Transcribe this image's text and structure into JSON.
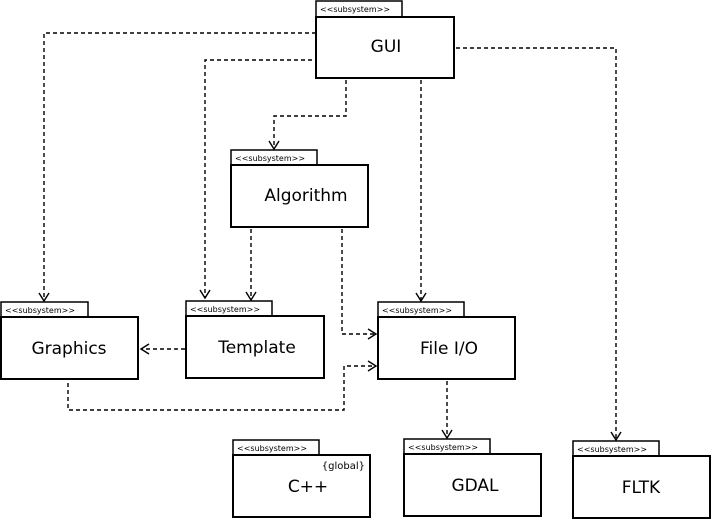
{
  "stereotype": "<<subsystem>>",
  "packages": {
    "gui": {
      "name": "GUI"
    },
    "algorithm": {
      "name": "Algorithm"
    },
    "graphics": {
      "name": "Graphics"
    },
    "template": {
      "name": "Template"
    },
    "fileio": {
      "name": "File I/O"
    },
    "cpp": {
      "name": "C++",
      "tag": "{global}"
    },
    "gdal": {
      "name": "GDAL"
    },
    "fltk": {
      "name": "FLTK"
    }
  },
  "dependencies": [
    {
      "from": "gui",
      "to": "graphics"
    },
    {
      "from": "gui",
      "to": "template"
    },
    {
      "from": "gui",
      "to": "algorithm"
    },
    {
      "from": "gui",
      "to": "fileio"
    },
    {
      "from": "gui",
      "to": "fltk"
    },
    {
      "from": "algorithm",
      "to": "template"
    },
    {
      "from": "algorithm",
      "to": "fileio"
    },
    {
      "from": "template",
      "to": "graphics"
    },
    {
      "from": "graphics",
      "to": "fileio"
    },
    {
      "from": "fileio",
      "to": "gdal"
    }
  ]
}
